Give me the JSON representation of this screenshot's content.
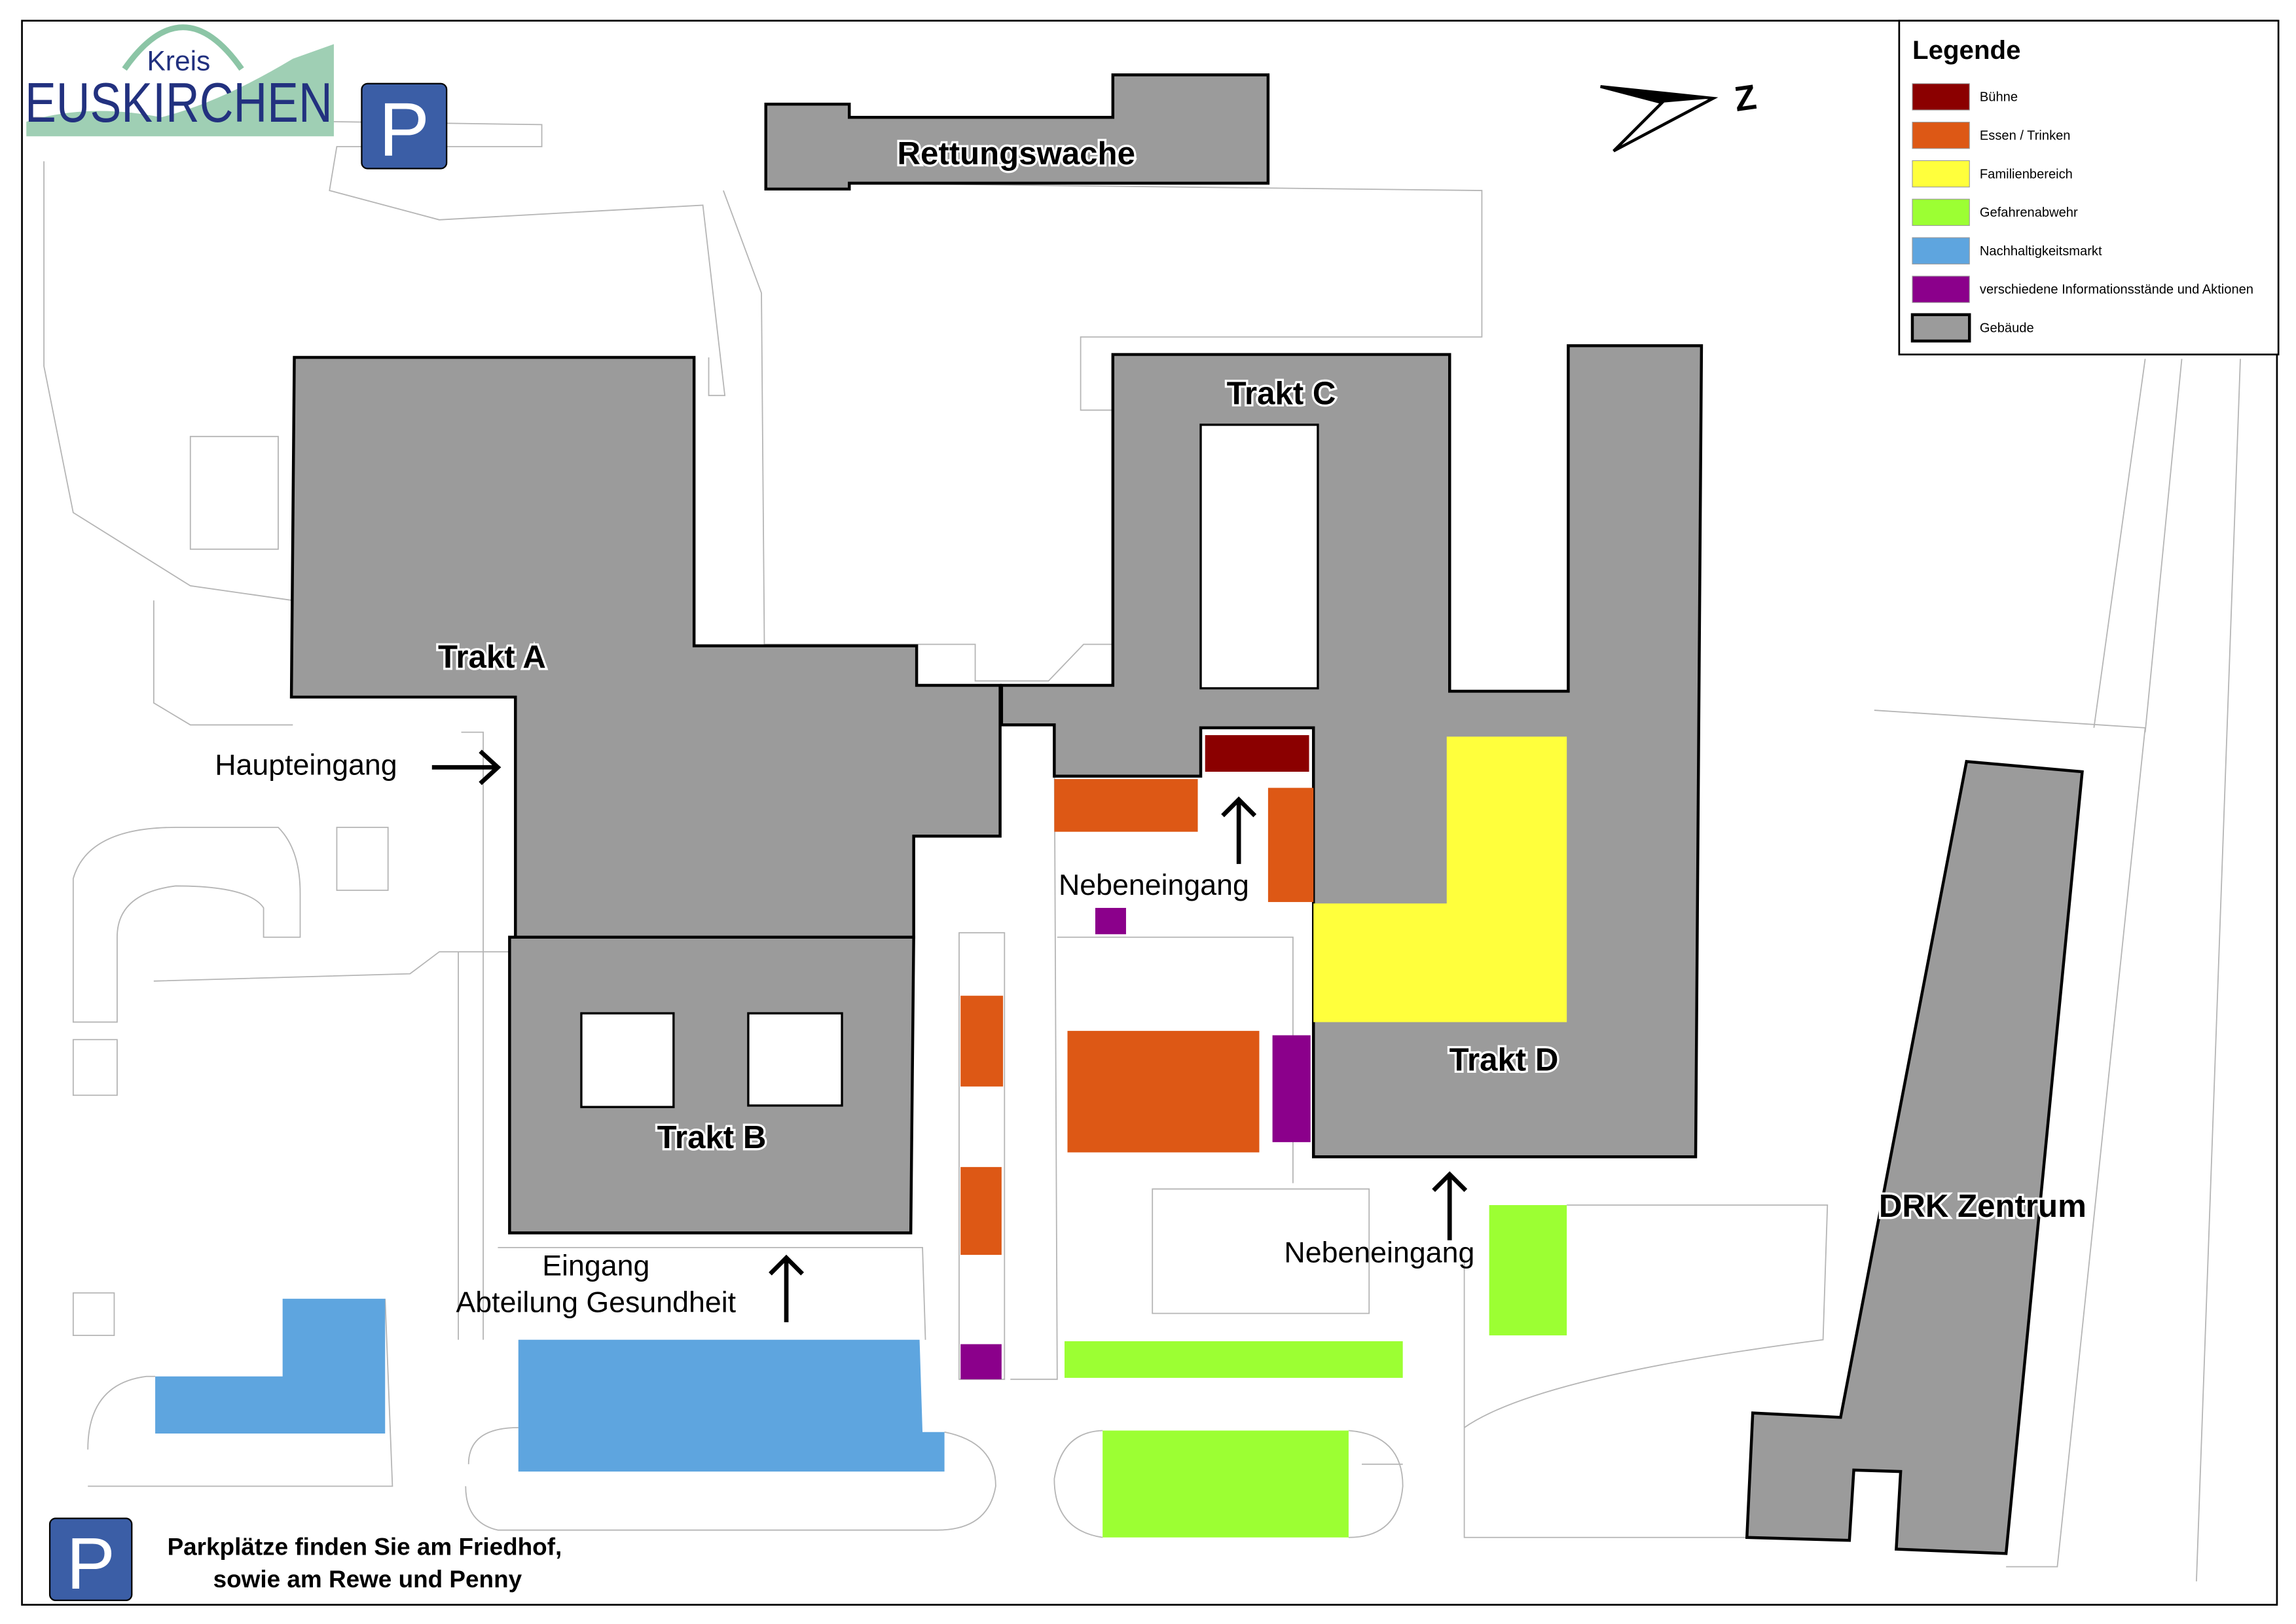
{
  "logo": {
    "line1": "Kreis",
    "line2": "EUSKIRCHEN"
  },
  "parking_sign": "P",
  "north_label": "Z",
  "buildings": {
    "rettungswache": "Rettungswache",
    "trakt_a": "Trakt A",
    "trakt_b": "Trakt B",
    "trakt_c": "Trakt C",
    "trakt_d": "Trakt D",
    "drk": "DRK Zentrum"
  },
  "entrances": {
    "main": "Haupteingang",
    "side1": "Nebeneingang",
    "side2": "Nebeneingang",
    "health_line1": "Eingang",
    "health_line2": "Abteilung Gesundheit"
  },
  "parking_note": {
    "line1": "Parkplätze finden Sie am Friedhof,",
    "line2": "sowie am Rewe und Penny"
  },
  "legend": {
    "title": "Legende",
    "items": [
      {
        "label": "Bühne",
        "color": "#8b0000"
      },
      {
        "label": "Essen / Trinken",
        "color": "#dd5815"
      },
      {
        "label": "Familienbereich",
        "color": "#ffff3c"
      },
      {
        "label": "Gefahrenabwehr",
        "color": "#9cff33"
      },
      {
        "label": "Nachhaltigkeitsmarkt",
        "color": "#5ea5df"
      },
      {
        "label": "verschiedene Informationsstände und Aktionen",
        "color": "#8b008b"
      },
      {
        "label": "Gebäude",
        "color": "#9b9b9b"
      }
    ]
  }
}
